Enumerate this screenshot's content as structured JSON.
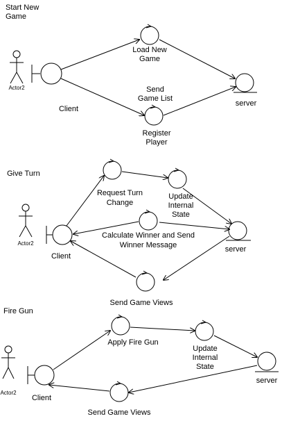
{
  "sections": [
    {
      "title": [
        "Start New",
        "Game"
      ],
      "actor": "Actor2",
      "client": "Client",
      "server": "server",
      "controls": [
        {
          "label": [
            "Load New",
            "Game"
          ]
        },
        {
          "label": [
            "Send",
            "Game List"
          ]
        },
        {
          "label": [
            "Register",
            "Player"
          ]
        }
      ]
    },
    {
      "title": [
        "Give Turn"
      ],
      "actor": "Actor2",
      "client": "Client",
      "server": "server",
      "controls": [
        {
          "label": [
            "Request Turn",
            "Change"
          ]
        },
        {
          "label": [
            "Update",
            "Internal",
            "State"
          ]
        },
        {
          "label": [
            "Calculate Winner and Send",
            "Winner Message"
          ]
        },
        {
          "label": [
            "Send Game Views"
          ]
        }
      ]
    },
    {
      "title": [
        "Fire Gun"
      ],
      "actor": "Actor2",
      "client": "Client",
      "server": "server",
      "controls": [
        {
          "label": [
            "Apply Fire Gun"
          ]
        },
        {
          "label": [
            "Update",
            "Internal",
            "State"
          ]
        },
        {
          "label": [
            "Send Game Views"
          ]
        }
      ]
    }
  ]
}
